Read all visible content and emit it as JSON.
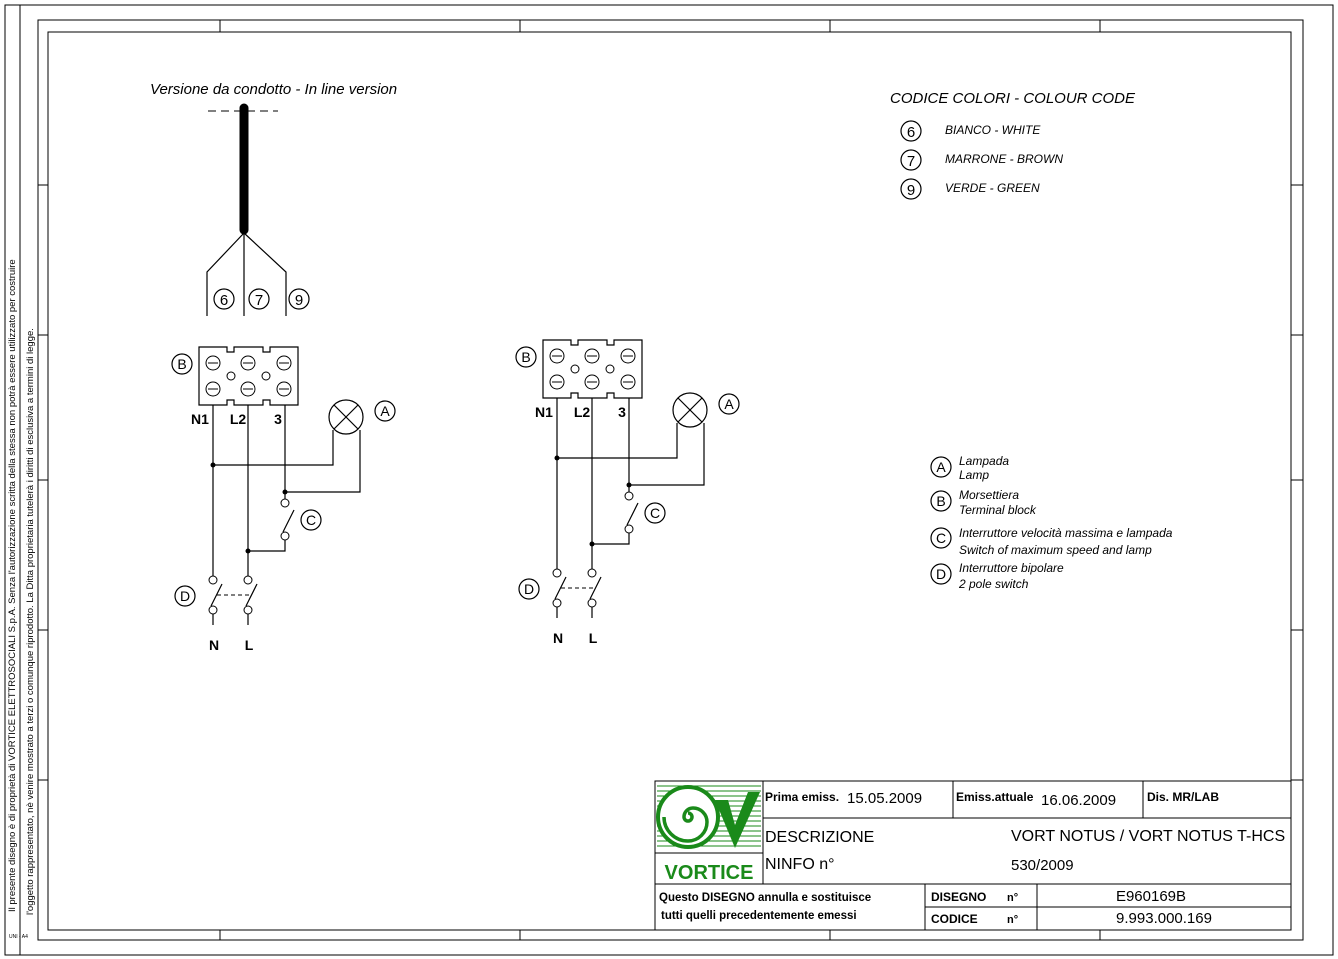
{
  "sidebar": {
    "line1": "Il presente disegno è di proprietà di VORTICE ELETTROSOCIALI S.p.A. Senza l'autorizzazione scritta della stessa non potrà essere utilizzato per costruire",
    "line2": "l'oggetto rappresentato, nè venire mostrato a terzi o comunque riprodotto. La Ditta proprietaria tutelerà i diritti di esclusiva a termini di legge.",
    "format": "UNI - A4"
  },
  "diagram": {
    "title": "Versione da condotto - In line version",
    "wire_numbers": [
      "6",
      "7",
      "9"
    ],
    "terminal_labels": [
      "N1",
      "L2",
      "3"
    ],
    "supply_labels": [
      "N",
      "L"
    ],
    "component_letters": {
      "A": "A",
      "B": "B",
      "C": "C",
      "D": "D"
    }
  },
  "colour_code": {
    "title": "CODICE COLORI - COLOUR CODE",
    "items": [
      {
        "num": "6",
        "label": "BIANCO - WHITE"
      },
      {
        "num": "7",
        "label": "MARRONE - BROWN"
      },
      {
        "num": "9",
        "label": "VERDE - GREEN"
      }
    ]
  },
  "legend": [
    {
      "letter": "A",
      "it": "Lampada",
      "en": "Lamp"
    },
    {
      "letter": "B",
      "it": "Morsettiera",
      "en": "Terminal block"
    },
    {
      "letter": "C",
      "it": "Interruttore velocità massima e lampada",
      "en": "Switch of maximum speed and lamp"
    },
    {
      "letter": "D",
      "it": "Interruttore bipolare",
      "en": "2 pole switch"
    }
  ],
  "title_block": {
    "logo_text": "VORTICE",
    "prima_label": "Prima emiss.",
    "prima_value": "15.05.2009",
    "attuale_label": "Emiss.attuale",
    "attuale_value": "16.06.2009",
    "dis": "Dis.  MR/LAB",
    "descrizione_label": "DESCRIZIONE",
    "descrizione_value": "VORT NOTUS / VORT NOTUS T-HCS",
    "ninfo_label": "NINFO n°",
    "ninfo_value": "530/2009",
    "note_line1": "Questo DISEGNO annulla e sostituisce",
    "note_line2": "tutti quelli precedentemente emessi",
    "disegno_label": "DISEGNO",
    "codice_label": "CODICE",
    "n_label": "n°",
    "disegno_value": "E960169B",
    "codice_value": "9.993.000.169"
  },
  "colors": {
    "logo_green": "#1a8a1a"
  }
}
